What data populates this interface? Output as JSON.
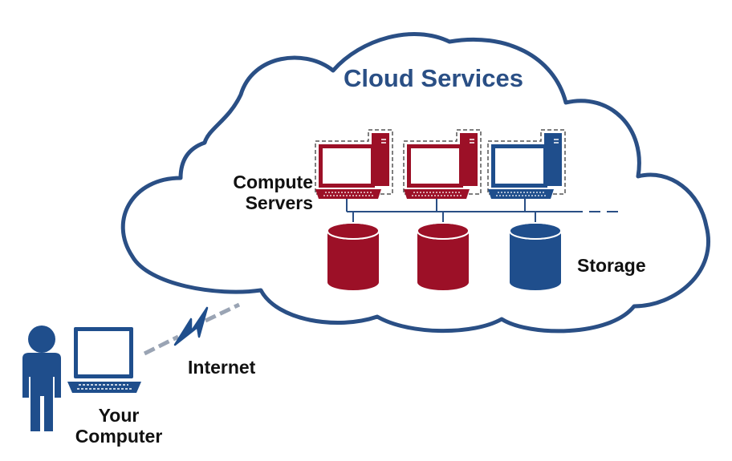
{
  "title": "Cloud Services",
  "labels": {
    "compute_line1": "Compute",
    "compute_line2": "Servers",
    "storage": "Storage",
    "internet": "Internet",
    "your_line1": "Your",
    "your_line2": "Computer"
  },
  "servers": [
    {
      "color": "#9c1027"
    },
    {
      "color": "#9c1027"
    },
    {
      "color": "#1f4e8c"
    }
  ],
  "storage_units": [
    {
      "color": "#9c1027"
    },
    {
      "color": "#9c1027"
    },
    {
      "color": "#1f4e8c"
    }
  ],
  "colors": {
    "cloud_outline": "#2a4f85",
    "accent_red": "#9c1027",
    "accent_blue": "#1f4e8c",
    "network_line": "#2a4f85",
    "internet_link": "#9aa4b4",
    "title": "#2a4f85"
  },
  "icons": [
    "cloud-icon",
    "server-icon",
    "database-icon",
    "person-icon",
    "laptop-icon",
    "lightning-icon"
  ]
}
